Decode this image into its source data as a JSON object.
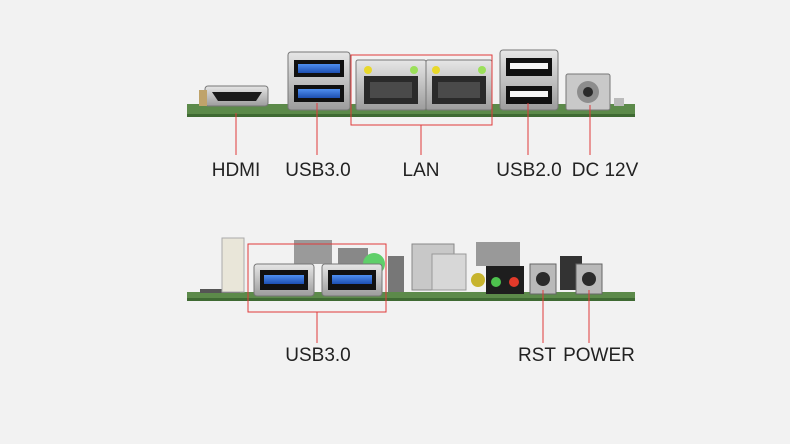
{
  "top_board": {
    "labels": {
      "hdmi": "HDMI",
      "usb3": "USB3.0",
      "lan": "LAN",
      "usb2": "USB2.0",
      "dc": "DC 12V"
    }
  },
  "bottom_board": {
    "labels": {
      "usb3": "USB3.0",
      "rst": "RST",
      "power": "POWER"
    }
  },
  "colors": {
    "background": "#f2f2f2",
    "callout_line": "#e03b3b",
    "pcb": "#5c8a4a",
    "usb3_blue": "#2f6fd6"
  }
}
